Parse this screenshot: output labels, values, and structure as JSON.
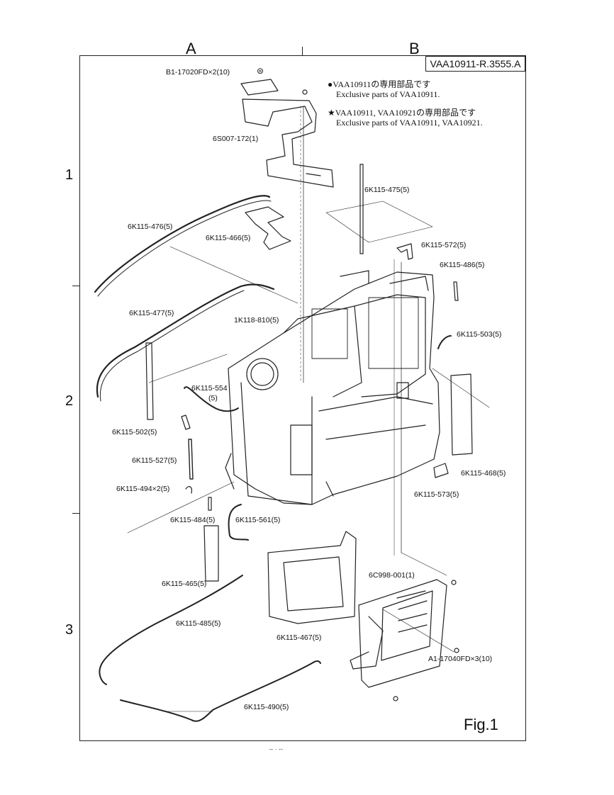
{
  "columns": [
    "A",
    "B"
  ],
  "rows": [
    "1",
    "2",
    "3"
  ],
  "document_id": "VAA10911-R.3555.A",
  "legend": [
    {
      "symbol": "●",
      "jp": "VAA10911の専用部品です",
      "en": "Exclusive parts of VAA10911."
    },
    {
      "symbol": "★",
      "jp": "VAA10911, VAA10921の専用部品です",
      "en": "Exclusive parts of VAA10911, VAA10921."
    }
  ],
  "parts": {
    "p01": "B1-17020FD×2(10)",
    "p02": "6S007-172(1)",
    "p03": "6K115-475(5)",
    "p04": "6K115-476(5)",
    "p05": "6K115-466(5)",
    "p06": "6K115-572(5)",
    "p07": "6K115-486(5)",
    "p08": "6K115-477(5)",
    "p09": "1K118-810(5)",
    "p10": "6K115-503(5)",
    "p11": "6K115-554",
    "p11b": "(5)",
    "p12": "6K115-502(5)",
    "p13": "6K115-527(5)",
    "p14": "6K115-468(5)",
    "p15": "6K115-494×2(5)",
    "p16": "6K115-573(5)",
    "p17": "6K115-484(5)",
    "p18": "6K115-561(5)",
    "p19": "6K115-465(5)",
    "p20": "6C998-001(1)",
    "p21": "6K115-485(5)",
    "p22": "6K115-467(5)",
    "p23": "A1-17040FD×3(10)",
    "p24": "6K115-490(5)"
  },
  "figure_label": "Fig.1",
  "footer_scan_text": "–  ·  ‑‑"
}
